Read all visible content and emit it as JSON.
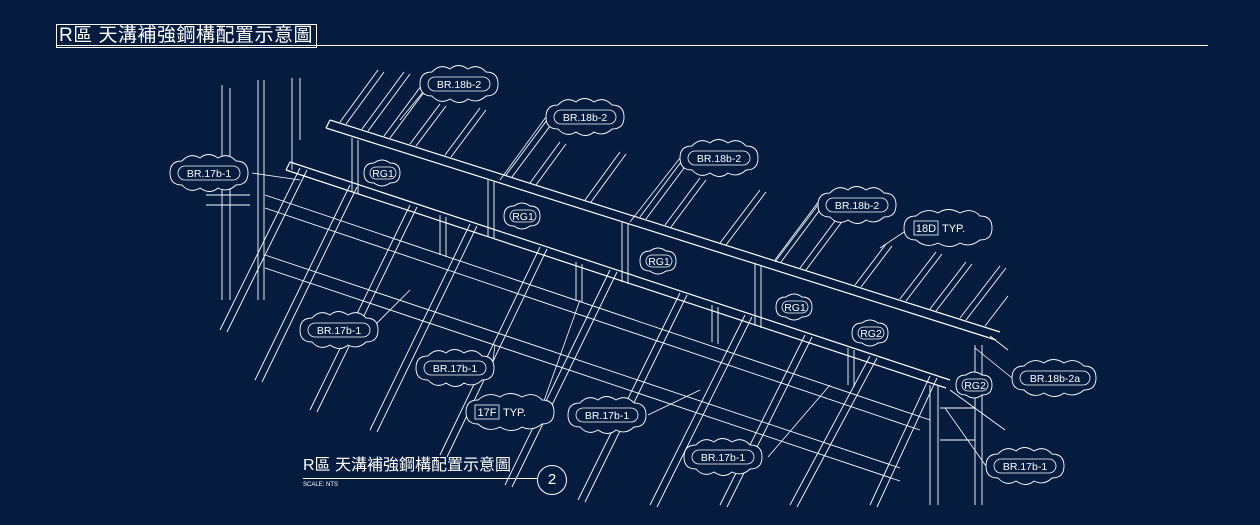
{
  "header": {
    "title": "R區 天溝補強鋼構配置示意圖"
  },
  "caption": {
    "title": "R區 天溝補強鋼構配置示意圖",
    "scale": "SCALE: NTS",
    "number": "2"
  },
  "callouts": {
    "br_18b_2": [
      "BR.18b-2",
      "BR.18b-2",
      "BR.18b-2",
      "BR.18b-2"
    ],
    "br_18b_2a": "BR.18b-2a",
    "br_17b_1": [
      "BR.17b-1",
      "BR.17b-1",
      "BR.17b-1",
      "BR.17b-1",
      "BR.17b-1",
      "BR.17b-1"
    ],
    "rg1": [
      "RG1",
      "RG1",
      "RG1",
      "RG1"
    ],
    "rg2": [
      "RG2",
      "RG2"
    ]
  },
  "typ_labels": {
    "t18d": {
      "code": "18D",
      "suffix": "TYP."
    },
    "t17f": {
      "code": "17F",
      "suffix": "TYP."
    }
  },
  "colors": {
    "background": "#061c3f",
    "lines": "#ffffff"
  }
}
